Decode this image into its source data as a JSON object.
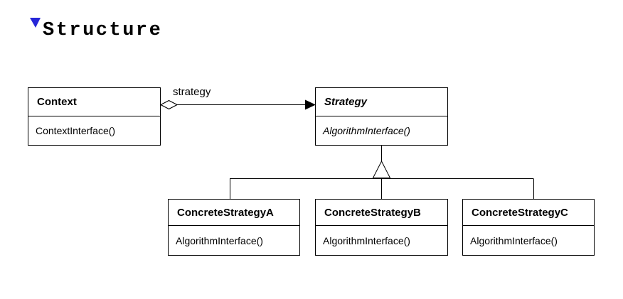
{
  "heading": {
    "text": "Structure",
    "marker_color": "#2626d8"
  },
  "diagram": {
    "line_color": "#000000",
    "classes": [
      {
        "name": "Context",
        "abstract": false,
        "methods": [
          "ContextInterface()"
        ]
      },
      {
        "name": "Strategy",
        "abstract": true,
        "methods": [
          "AlgorithmInterface()"
        ]
      },
      {
        "name": "ConcreteStrategyA",
        "abstract": false,
        "methods": [
          "AlgorithmInterface()"
        ]
      },
      {
        "name": "ConcreteStrategyB",
        "abstract": false,
        "methods": [
          "AlgorithmInterface()"
        ]
      },
      {
        "name": "ConcreteStrategyC",
        "abstract": false,
        "methods": [
          "AlgorithmInterface()"
        ]
      }
    ],
    "relationships": [
      {
        "type": "aggregation",
        "from": "Context",
        "to": "Strategy",
        "label": "strategy"
      },
      {
        "type": "inheritance",
        "parent": "Strategy",
        "children": [
          "ConcreteStrategyA",
          "ConcreteStrategyB",
          "ConcreteStrategyC"
        ]
      }
    ]
  }
}
